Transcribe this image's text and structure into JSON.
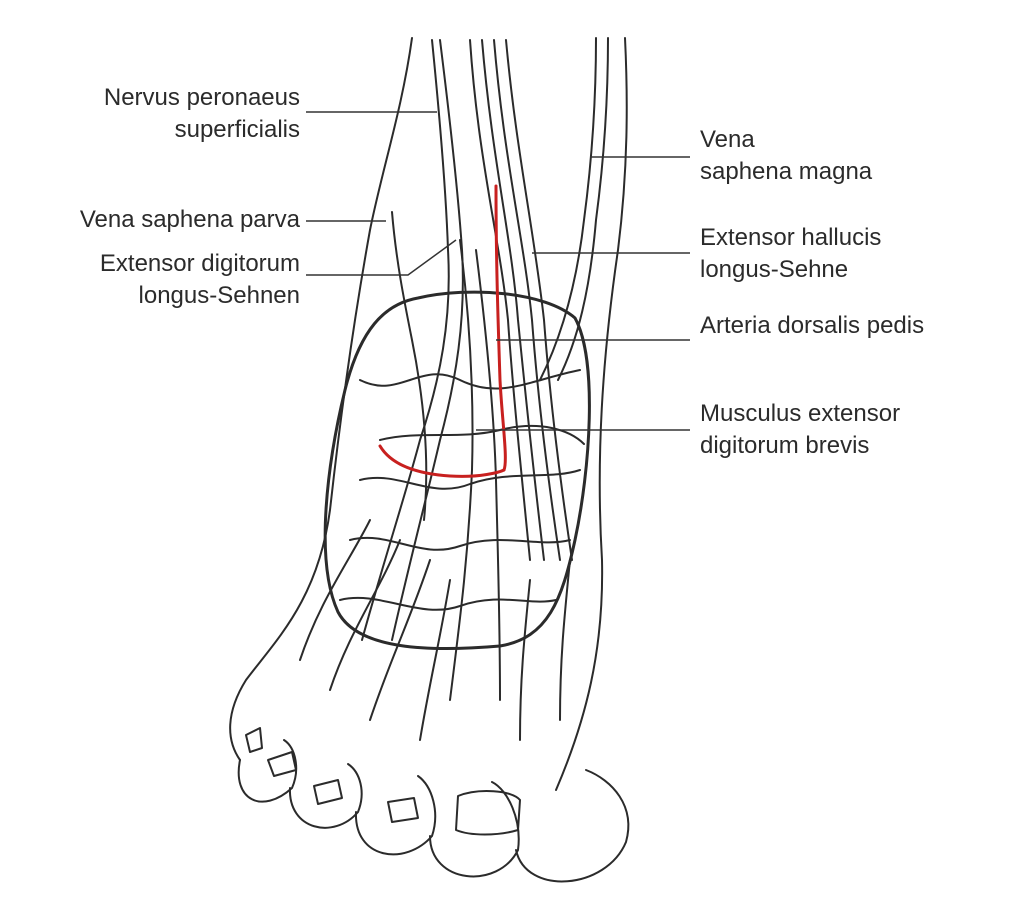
{
  "figure": {
    "labels": {
      "nervus_peronaeus": {
        "line1": "Nervus peronaeus",
        "line2": "superficialis"
      },
      "vena_saphena_parva": {
        "line1": "Vena saphena parva"
      },
      "extensor_digitorum": {
        "line1": "Extensor digitorum",
        "line2": "longus-Sehnen"
      },
      "vena_saphena_magna": {
        "line1": "Vena",
        "line2": "saphena magna"
      },
      "extensor_hallucis": {
        "line1": "Extensor hallucis",
        "line2": "longus-Sehne"
      },
      "arteria_dorsalis": {
        "line1": "Arteria dorsalis pedis"
      },
      "musculus_extensor": {
        "line1": "Musculus extensor",
        "line2": "digitorum brevis"
      }
    },
    "colors": {
      "ink": "#2b2b2b",
      "artery": "#c8201f",
      "line": "#333333"
    }
  }
}
